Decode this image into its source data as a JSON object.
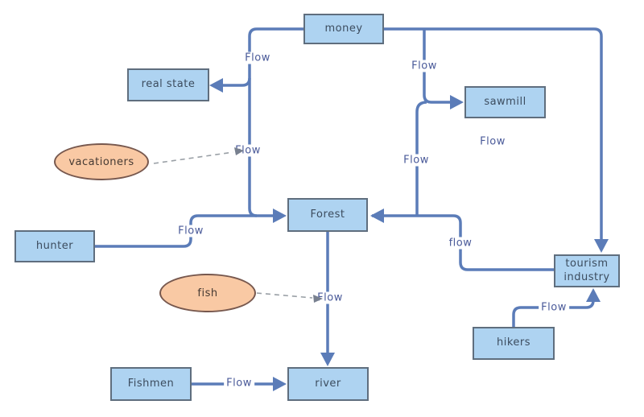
{
  "nodes": {
    "money": {
      "label": "money",
      "shape": "rect"
    },
    "real_state": {
      "label": "real state",
      "shape": "rect"
    },
    "sawmill": {
      "label": "sawmill",
      "shape": "rect"
    },
    "vacationers": {
      "label": "vacationers",
      "shape": "ellipse"
    },
    "forest": {
      "label": "Forest",
      "shape": "rect"
    },
    "hunter": {
      "label": "hunter",
      "shape": "rect"
    },
    "fish": {
      "label": "fish",
      "shape": "ellipse"
    },
    "tourism_industry": {
      "label": "tourism industry",
      "shape": "rect"
    },
    "hikers": {
      "label": "hikers",
      "shape": "rect"
    },
    "fishmen": {
      "label": "Fishmen",
      "shape": "rect"
    },
    "river": {
      "label": "river",
      "shape": "rect"
    }
  },
  "flow_labels": {
    "money_left_branch": "Flow",
    "money_sawmill": "Flow",
    "sawmill_note": "Flow",
    "money_forest": "Flow",
    "vacationers_target": "Flow",
    "hunter_forest": "Flow",
    "tourism_forest": "flow",
    "forest_river": "Flow",
    "hikers_tourism": "Flow",
    "fishmen_river": "Flow"
  },
  "colors": {
    "node_fill": "#aed3f1",
    "node_border": "#5f6e7e",
    "node_text": "#3c4c5e",
    "ellipse_fill": "#f9c9a4",
    "ellipse_border": "#77584e",
    "connector": "#5b7cb8",
    "dashed_connector": "#9aa0a6",
    "flow_label_text": "#4a5a99",
    "canvas_background": "#ffffff"
  }
}
